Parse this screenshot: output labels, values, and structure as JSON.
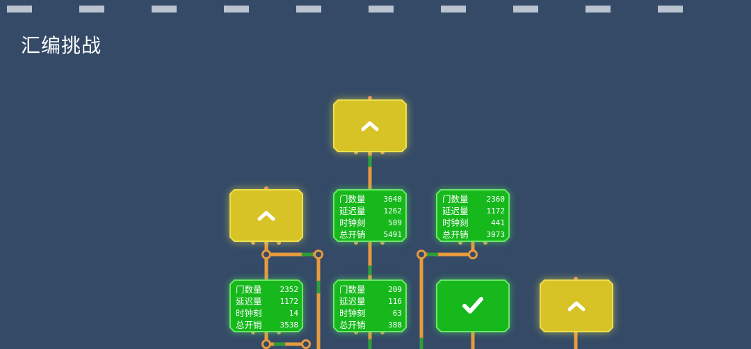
{
  "page": {
    "title": "汇编挑战"
  },
  "icons": {
    "up": "chevron-up-icon",
    "check": "check-icon"
  },
  "colors": {
    "background": "#344a66",
    "yellow_node": "#d8c327",
    "green_node": "#16b81c",
    "wire": "#e89b3e",
    "wire_green": "#2e9e3a"
  },
  "nodes": {
    "top": {
      "type": "chevron",
      "status": "pending"
    },
    "left_upper": {
      "type": "chevron",
      "status": "pending"
    },
    "center_upper": {
      "type": "stats",
      "status": "complete",
      "stats": [
        {
          "label": "门数量",
          "value": "3640"
        },
        {
          "label": "延迟量",
          "value": "1262"
        },
        {
          "label": "时钟刻",
          "value": "589"
        },
        {
          "label": "总开销",
          "value": "5491"
        }
      ]
    },
    "right_upper": {
      "type": "stats",
      "status": "complete",
      "stats": [
        {
          "label": "门数量",
          "value": "2360"
        },
        {
          "label": "延迟量",
          "value": "1172"
        },
        {
          "label": "时钟刻",
          "value": "441"
        },
        {
          "label": "总开销",
          "value": "3973"
        }
      ]
    },
    "left_lower": {
      "type": "stats",
      "status": "complete",
      "stats": [
        {
          "label": "门数量",
          "value": "2352"
        },
        {
          "label": "延迟量",
          "value": "1172"
        },
        {
          "label": "时钟刻",
          "value": "14"
        },
        {
          "label": "总开销",
          "value": "3538"
        }
      ]
    },
    "center_lower": {
      "type": "stats",
      "status": "complete",
      "stats": [
        {
          "label": "门数量",
          "value": "209"
        },
        {
          "label": "延迟量",
          "value": "116"
        },
        {
          "label": "时钟刻",
          "value": "63"
        },
        {
          "label": "总开销",
          "value": "388"
        }
      ]
    },
    "right_lower": {
      "type": "check",
      "status": "complete"
    },
    "far_right_lower": {
      "type": "chevron",
      "status": "pending"
    }
  }
}
